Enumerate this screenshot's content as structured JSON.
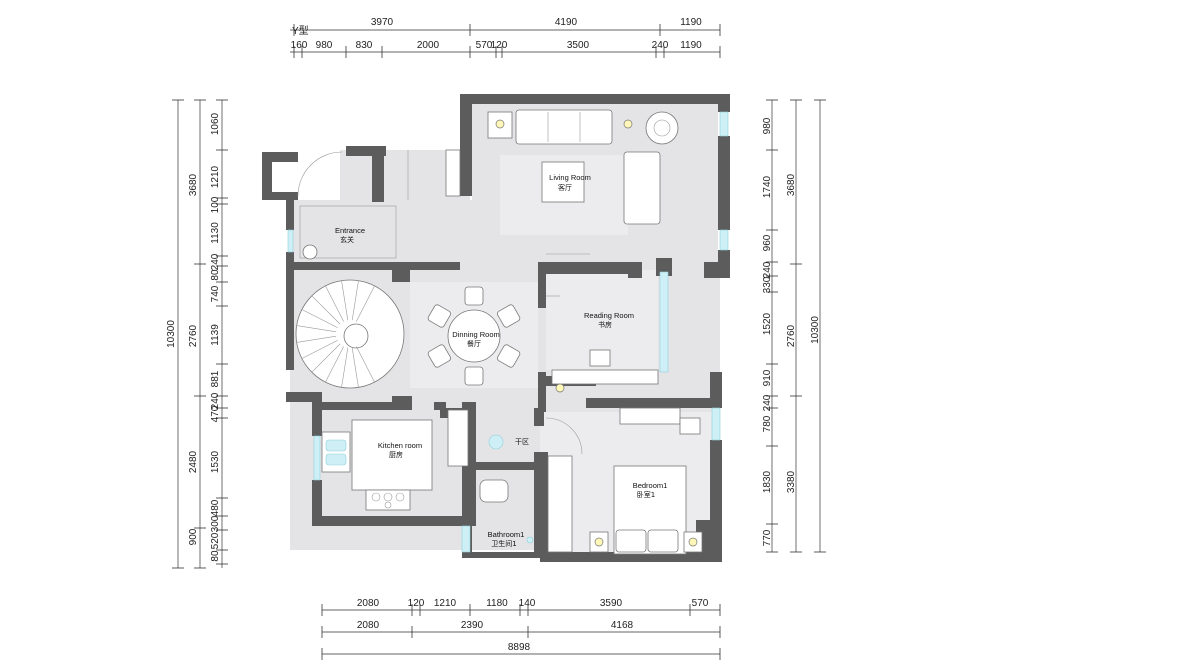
{
  "dimensions": {
    "top_overall": [
      "3970",
      "4190",
      "1190"
    ],
    "top_detail": [
      "160",
      "980",
      "830",
      "2000",
      "570",
      "120",
      "3500",
      "240",
      "1190"
    ],
    "top_fragment": "Y型",
    "bottom_detail": [
      "2080",
      "120",
      "1210",
      "1180",
      "140",
      "3590",
      "570"
    ],
    "bottom_mid": [
      "2080",
      "2390",
      "4168"
    ],
    "bottom_total": "8898",
    "left_total": "10300",
    "left_mid": [
      "3680",
      "2760",
      "2480",
      "900"
    ],
    "left_detail": [
      "1060",
      "1210",
      "100",
      "1130",
      "240",
      "80",
      "740",
      "1139",
      "881",
      "240",
      "470",
      "1530",
      "480",
      "300",
      "520",
      "80"
    ],
    "right_total": "10300",
    "right_mid": [
      "3680",
      "2760",
      "3380"
    ],
    "right_detail": [
      "980",
      "1740",
      "960",
      "240",
      "330",
      "1520",
      "910",
      "240",
      "780",
      "1830",
      "770"
    ]
  },
  "rooms": {
    "living": {
      "en": "Living Room",
      "cn": "客厅"
    },
    "entrance": {
      "en": "Entrance",
      "cn": "玄关"
    },
    "dining": {
      "en": "Dinning Room",
      "cn": "餐厅"
    },
    "reading": {
      "en": "Reading Room",
      "cn": "书房"
    },
    "kitchen": {
      "en": "Kitchen room",
      "cn": "厨房"
    },
    "dry_area": {
      "cn": "干区"
    },
    "bedroom": {
      "en": "Bedroom1",
      "cn": "卧室1"
    },
    "bathroom": {
      "en": "Bathroom1",
      "cn": "卫生间1"
    }
  },
  "colors": {
    "wall": "#5c5c5c",
    "floor": "#e4e4e6",
    "glass": "#cdeff5",
    "lamp": "#fff7b8"
  }
}
